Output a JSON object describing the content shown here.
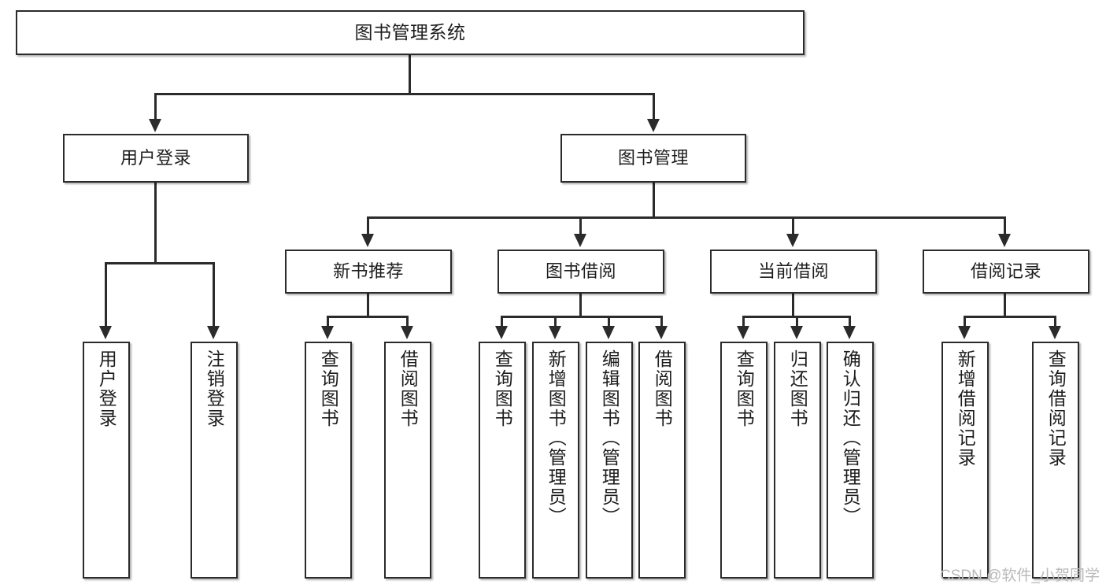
{
  "diagram": {
    "title": "图书管理系统",
    "root": {
      "label": "图书管理系统"
    },
    "level1": [
      {
        "label": "用户登录"
      },
      {
        "label": "图书管理"
      }
    ],
    "level2": [
      {
        "label": "新书推荐"
      },
      {
        "label": "图书借阅"
      },
      {
        "label": "当前借阅"
      },
      {
        "label": "借阅记录"
      }
    ],
    "leaves": {
      "user_login": [
        {
          "label": "用户登录"
        },
        {
          "label": "注销登录"
        }
      ],
      "new_book_recommend": [
        {
          "label": "查询图书"
        },
        {
          "label": "借阅图书"
        }
      ],
      "book_borrow": [
        {
          "label": "查询图书"
        },
        {
          "label": "新增图书（管理员）"
        },
        {
          "label": "编辑图书（管理员）"
        },
        {
          "label": "借阅图书"
        }
      ],
      "current_borrow": [
        {
          "label": "查询图书"
        },
        {
          "label": "归还图书"
        },
        {
          "label": "确认归还（管理员）"
        }
      ],
      "borrow_record": [
        {
          "label": "新增借阅记录"
        },
        {
          "label": "查询借阅记录"
        }
      ]
    }
  },
  "watermark": {
    "text": "CSDN @软件_小贺同学"
  },
  "colors": {
    "stroke": "#2b2b2b",
    "box_fill": "#ffffff",
    "text": "#1d1d1d",
    "watermark": "#b9b9b9",
    "background": "#ffffff"
  }
}
